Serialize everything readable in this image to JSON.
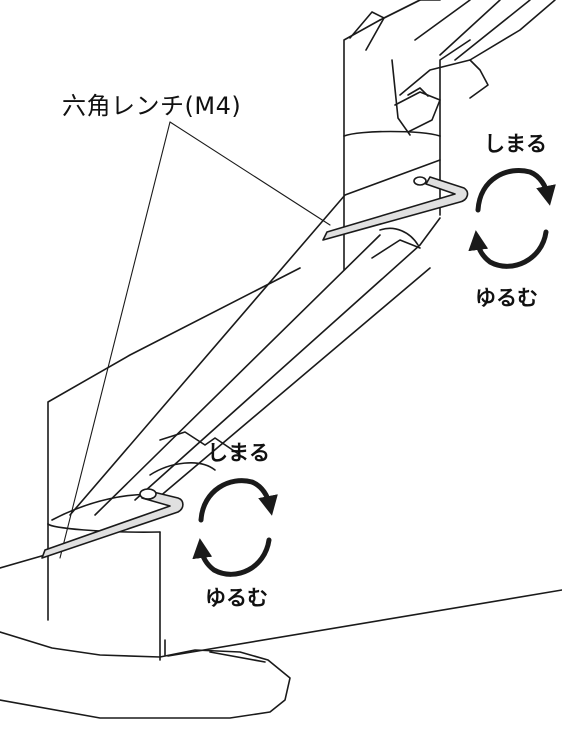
{
  "labels": {
    "hex_wrench": "六角レンチ(M4)",
    "tighten": "しまる",
    "loosen": "ゆるむ"
  },
  "colors": {
    "line": "#1a1a1a",
    "wrench_fill": "#e0e0e0",
    "background": "#ffffff"
  }
}
